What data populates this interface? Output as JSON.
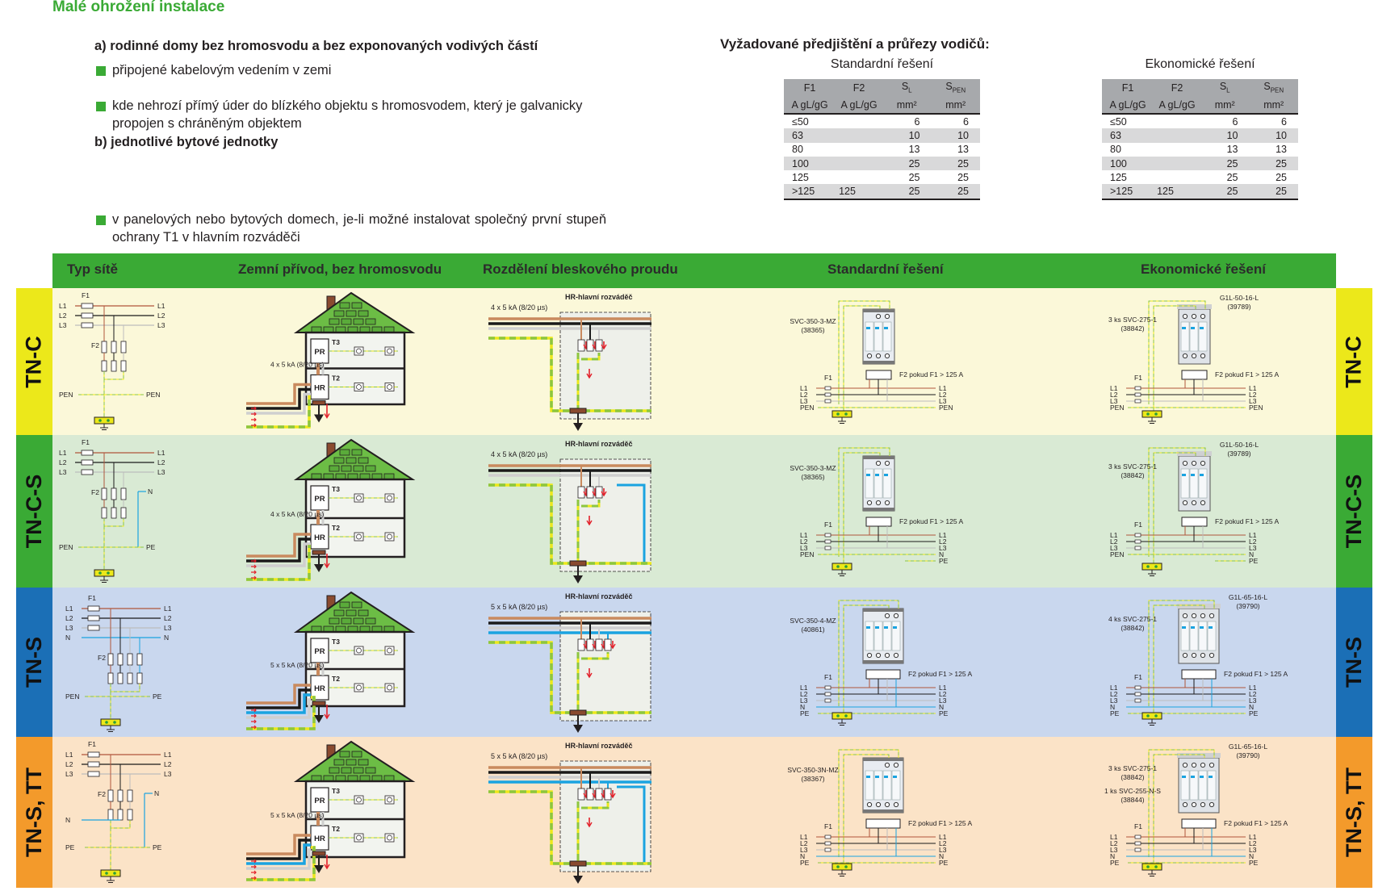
{
  "title": "Malé ohrožení instalace",
  "intro": {
    "a_heading": "a)  rodinné domy bez hromosvodu a bez exponovaných vodivých částí",
    "a_bullets": [
      "připojené kabelovým vedením v zemi",
      "kde nehrozí přímý úder do blízkého objektu s hromosvodem, který je galvanicky propojen s chráněným objektem"
    ],
    "b_heading": "b)  jednotlivé bytové jednotky",
    "b_bullets": [
      "v panelových nebo bytových domech, je-li možné instalovat společný první stupeň ochrany T1 v hlavním rozváděči"
    ]
  },
  "requirements": {
    "title": "Vyžadované předjištění a průřezy vodičů:",
    "tables": [
      {
        "caption": "Standardní řešení",
        "headers": [
          [
            "F1",
            "F2",
            "S",
            "S"
          ],
          [
            "A gL/gG",
            "A gL/gG",
            "mm²",
            "mm²"
          ]
        ],
        "header_subs": [
          "",
          "",
          "L",
          "PEN"
        ],
        "rows": [
          [
            "≤50",
            "",
            "6",
            "6"
          ],
          [
            "63",
            "",
            "10",
            "10"
          ],
          [
            "80",
            "",
            "13",
            "13"
          ],
          [
            "100",
            "",
            "25",
            "25"
          ],
          [
            "125",
            "",
            "25",
            "25"
          ],
          [
            ">125",
            "125",
            "25",
            "25"
          ]
        ]
      },
      {
        "caption": "Ekonomické řešení",
        "headers": [
          [
            "F1",
            "F2",
            "S",
            "S"
          ],
          [
            "A gL/gG",
            "A gL/gG",
            "mm²",
            "mm²"
          ]
        ],
        "header_subs": [
          "",
          "",
          "L",
          "PEN"
        ],
        "rows": [
          [
            "≤50",
            "",
            "6",
            "6"
          ],
          [
            "63",
            "",
            "10",
            "10"
          ],
          [
            "80",
            "",
            "13",
            "13"
          ],
          [
            "100",
            "",
            "25",
            "25"
          ],
          [
            "125",
            "",
            "25",
            "25"
          ],
          [
            ">125",
            "125",
            "25",
            "25"
          ]
        ]
      }
    ]
  },
  "grid_header": {
    "columns": [
      "Typ sítě",
      "Zemní přívod, bez hromosvodu",
      "Rozdělení bleskového proudu",
      "Standardní řešení",
      "Ekonomické řešení"
    ],
    "color": "#3aaa35"
  },
  "labels": {
    "f1": "F1",
    "f2": "F2",
    "pr": "PR",
    "hr": "HR",
    "t3": "T3",
    "t2": "T2",
    "hr_main": "HR-hlavní rozváděč",
    "f2_note": "F2 pokud F1 > 125 A"
  },
  "colors": {
    "L1": "#b0563b",
    "L2": "#1a1a1a",
    "L3": "#bdbdbd",
    "N": "#1aa3e0",
    "PE_green": "#8dc63f",
    "PE_yellow": "#ece81a",
    "cable_brown": "#c98a5e"
  },
  "rows": [
    {
      "name": "TN-C",
      "tab_color": "#ece81a",
      "bg": "#fbf8d9",
      "net": {
        "lines": [
          [
            "L1",
            "L1"
          ],
          [
            "L2",
            "L2"
          ],
          [
            "L3",
            "L3"
          ]
        ],
        "bottom": [
          "PEN",
          "PEN"
        ],
        "extra_right": "",
        "extra_left": ""
      },
      "house_current": "4 x 5 kA (8/20 µs)",
      "dist_current": "4 x 5 kA (8/20 µs)",
      "std": {
        "product": "SVC-350-3-MZ",
        "code": "(38365)",
        "lines_in": [
          "L1",
          "L2",
          "L3",
          "PEN"
        ],
        "lines_out": [
          "L1",
          "L2",
          "L3",
          "PEN"
        ],
        "poles": 3
      },
      "eco": {
        "modules": "3 ks SVC-275-1",
        "modules_code": "(38842)",
        "modules2": "",
        "modules2_code": "",
        "product": "G1L-50-16-L",
        "code": "(39789)",
        "lines_in": [
          "L1",
          "L2",
          "L3",
          "PEN"
        ],
        "lines_out": [
          "L1",
          "L2",
          "L3",
          "PEN"
        ],
        "poles": 3
      }
    },
    {
      "name": "TN-C-S",
      "tab_color": "#3aaa35",
      "bg": "#d9ead4",
      "net": {
        "lines": [
          [
            "L1",
            "L1"
          ],
          [
            "L2",
            "L2"
          ],
          [
            "L3",
            "L3"
          ]
        ],
        "bottom": [
          "PEN",
          "PE"
        ],
        "extra_right": "N",
        "extra_left": ""
      },
      "house_current": "4 x 5 kA (8/20 µs)",
      "dist_current": "4 x 5 kA (8/20 µs)",
      "std": {
        "product": "SVC-350-3-MZ",
        "code": "(38365)",
        "lines_in": [
          "L1",
          "L2",
          "L3",
          "PEN"
        ],
        "lines_out": [
          "L1",
          "L2",
          "L3",
          "N",
          "PE"
        ],
        "poles": 3
      },
      "eco": {
        "modules": "3 ks SVC-275-1",
        "modules_code": "(38842)",
        "modules2": "",
        "modules2_code": "",
        "product": "G1L-50-16-L",
        "code": "(39789)",
        "lines_in": [
          "L1",
          "L2",
          "L3",
          "PEN"
        ],
        "lines_out": [
          "L1",
          "L2",
          "L3",
          "N",
          "PE"
        ],
        "poles": 3
      }
    },
    {
      "name": "TN-S",
      "tab_color": "#1b6fb6",
      "bg": "#c9d7ee",
      "net": {
        "lines": [
          [
            "L1",
            "L1"
          ],
          [
            "L2",
            "L2"
          ],
          [
            "L3",
            "L3"
          ],
          [
            "N",
            "N"
          ]
        ],
        "bottom": [
          "PEN",
          "PE"
        ],
        "extra_right": "",
        "extra_left": ""
      },
      "house_current": "5 x 5 kA (8/20 µs)",
      "dist_current": "5 x 5 kA (8/20 µs)",
      "std": {
        "product": "SVC-350-4-MZ",
        "code": "(40861)",
        "lines_in": [
          "L1",
          "L2",
          "L3",
          "N",
          "PE"
        ],
        "lines_out": [
          "L1",
          "L2",
          "L3",
          "N",
          "PE"
        ],
        "poles": 4
      },
      "eco": {
        "modules": "4 ks SVC-275-1",
        "modules_code": "(38842)",
        "modules2": "",
        "modules2_code": "",
        "product": "G1L-65-16-L",
        "code": "(39790)",
        "lines_in": [
          "L1",
          "L2",
          "L3",
          "N",
          "PE"
        ],
        "lines_out": [
          "L1",
          "L2",
          "L3",
          "N",
          "PE"
        ],
        "poles": 4
      }
    },
    {
      "name": "TN-S, TT",
      "tab_color": "#f39a2b",
      "bg": "#fbe3c7",
      "net": {
        "lines": [
          [
            "L1",
            "L1"
          ],
          [
            "L2",
            "L2"
          ],
          [
            "L3",
            "L3"
          ]
        ],
        "bottom": [
          "PE",
          "PE"
        ],
        "extra_right": "N",
        "extra_left": "N"
      },
      "house_current": "5 x 5 kA (8/20 µs)",
      "dist_current": "5 x 5 kA (8/20 µs)",
      "std": {
        "product": "SVC-350-3N-MZ",
        "code": "(38367)",
        "lines_in": [
          "L1",
          "L2",
          "L3",
          "N",
          "PE"
        ],
        "lines_out": [
          "L1",
          "L2",
          "L3",
          "N",
          "PE"
        ],
        "poles": 4
      },
      "eco": {
        "modules": "3 ks SVC-275-1",
        "modules_code": "(38842)",
        "modules2": "1 ks SVC-255-N-S",
        "modules2_code": "(38844)",
        "product": "G1L-65-16-L",
        "code": "(39790)",
        "lines_in": [
          "L1",
          "L2",
          "L3",
          "N",
          "PE"
        ],
        "lines_out": [
          "L1",
          "L2",
          "L3",
          "N",
          "PE"
        ],
        "poles": 4
      }
    }
  ]
}
